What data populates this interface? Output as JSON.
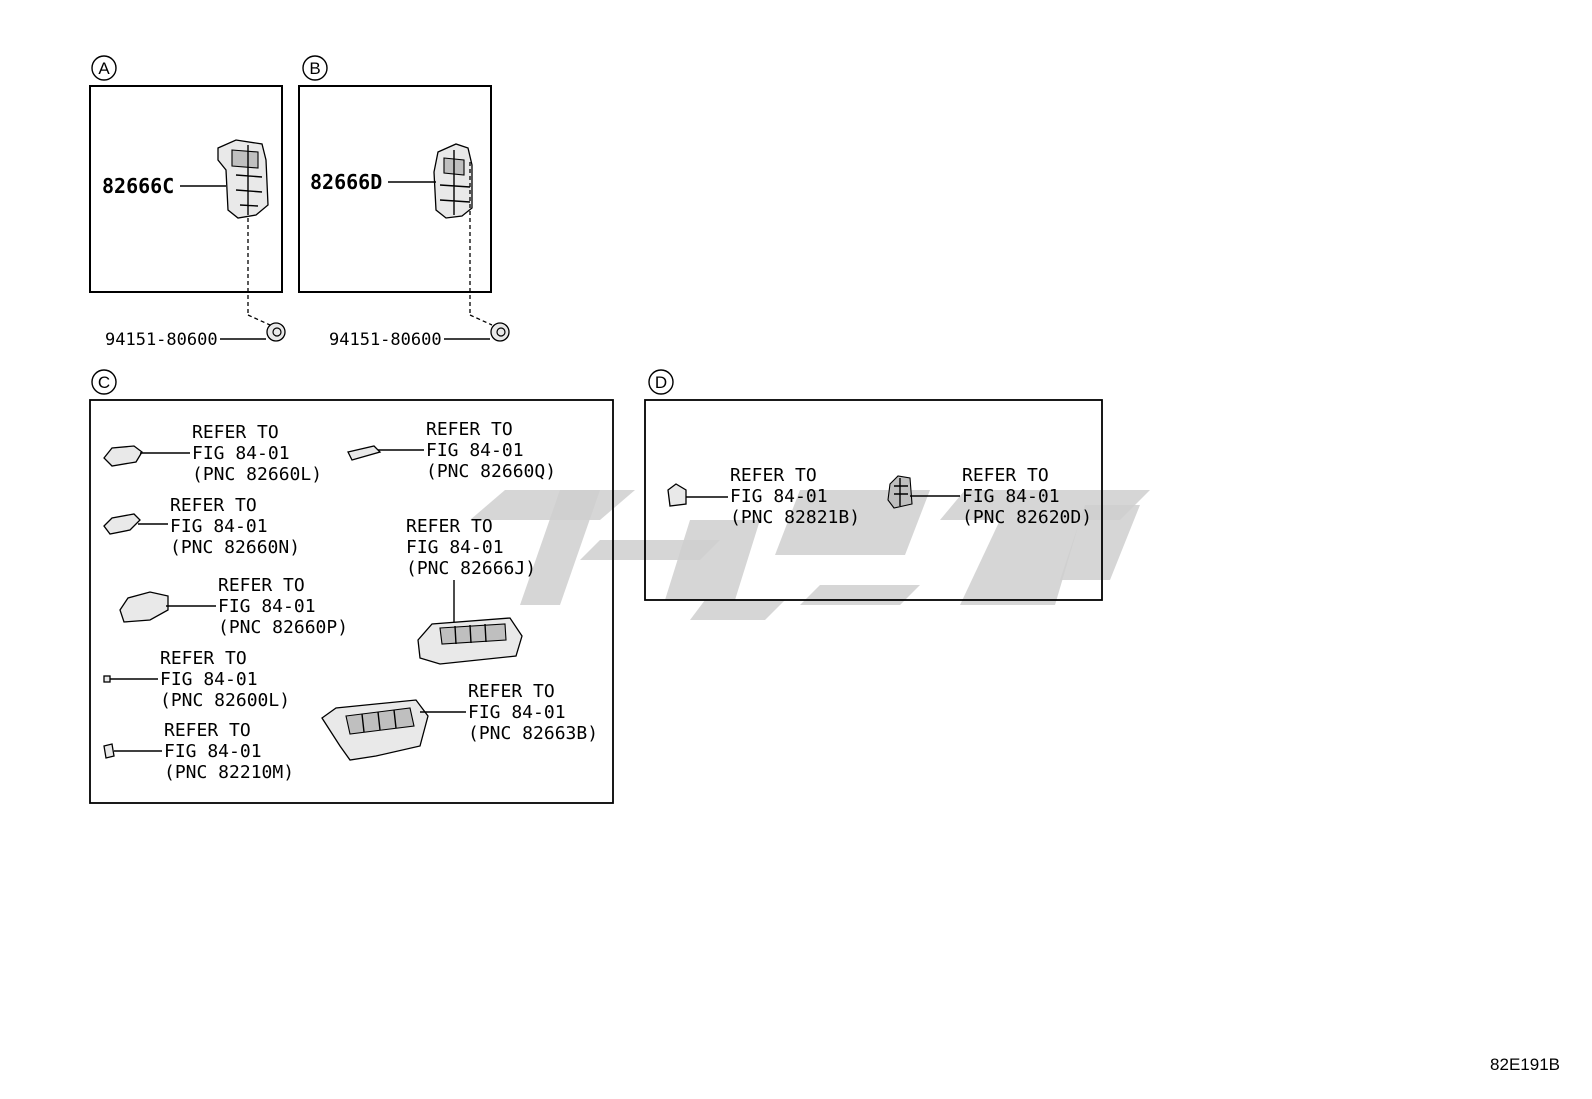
{
  "figure_code": "82E191B",
  "sections": {
    "A": {
      "letter": "A",
      "part_number": "82666C",
      "nut_number": "94151-80600"
    },
    "B": {
      "letter": "B",
      "part_number": "82666D",
      "nut_number": "94151-80600"
    },
    "C": {
      "letter": "C",
      "refs": [
        {
          "line1": "REFER TO",
          "line2": "FIG 84-01",
          "line3": "(PNC 82660L)"
        },
        {
          "line1": "REFER TO",
          "line2": "FIG 84-01",
          "line3": "(PNC 82660Q)"
        },
        {
          "line1": "REFER TO",
          "line2": "FIG 84-01",
          "line3": "(PNC 82660N)"
        },
        {
          "line1": "REFER TO",
          "line2": "FIG 84-01",
          "line3": "(PNC 82666J)"
        },
        {
          "line1": "REFER TO",
          "line2": "FIG 84-01",
          "line3": "(PNC 82660P)"
        },
        {
          "line1": "REFER TO",
          "line2": "FIG 84-01",
          "line3": "(PNC 82600L)"
        },
        {
          "line1": "REFER TO",
          "line2": "FIG 84-01",
          "line3": "(PNC 82663B)"
        },
        {
          "line1": "REFER TO",
          "line2": "FIG 84-01",
          "line3": "(PNC 82210M)"
        }
      ]
    },
    "D": {
      "letter": "D",
      "refs": [
        {
          "line1": "REFER TO",
          "line2": "FIG 84-01",
          "line3": "(PNC 82821B)"
        },
        {
          "line1": "REFER TO",
          "line2": "FIG 84-01",
          "line3": "(PNC 82620D)"
        }
      ]
    }
  }
}
